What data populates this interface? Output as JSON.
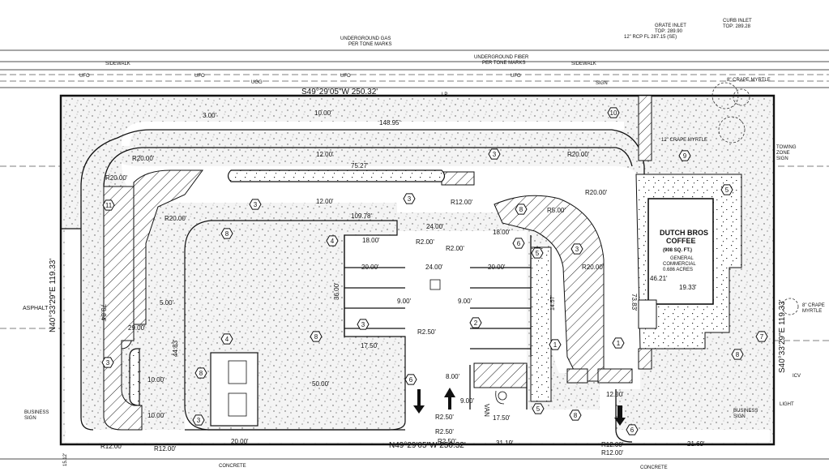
{
  "notes": {
    "grate_inlet": "GRATE INLET",
    "grate_top": "TOP: 289.90",
    "grate_rcp": "12\" RCP FL 287.15 (SE)",
    "curb_inlet": "CURB INLET",
    "curb_top": "TOP: 289.28",
    "gas1": "UNDERGROUND GAS",
    "gas2": "PER TONE MARKS",
    "fiber1": "UNDERGROUND FIBER",
    "fiber2": "PER TONE MARKS",
    "sidewalk_left": "SIDEWALK",
    "sidewalk_right": "SIDEWALK",
    "ufo": "UFO",
    "ugg": "UGG",
    "lp": "LP",
    "sign": "SIGN",
    "crape_top": "8\" CRAPE MYRTLE",
    "crape_mid": "12\" CRAPE MYRTLE",
    "crape_right1": "8\" CRAPE",
    "crape_right2": "MYRTLE",
    "towing1": "TOWING",
    "towing2": "ZONE",
    "towing3": "SIGN",
    "asphalt": "ASPHALT",
    "bizsign_left1": "BUSINESS",
    "bizsign_left2": "SIGN",
    "bizsign_right1": "BUSINESS",
    "bizsign_right2": "SIGN",
    "light": "LIGHT",
    "icv": "ICV",
    "concrete_left": "CONCRETE",
    "concrete_right": "CONCRETE",
    "van": "VAN",
    "building1": "DUTCH BROS",
    "building2": "COFFEE",
    "building3": "(908 SQ. FT.)",
    "use1": "GENERAL",
    "use2": "COMMERCIAL",
    "use3": "0.686 ACRES",
    "dim_1512": "15.12'"
  },
  "bearings": {
    "top": "S49°29'05\"W 250.32'",
    "bottom": "N49°29'05\"W 250.32'",
    "left": "N40°33'29\"E 119.33'",
    "right": "S40°33'29\"E 119.33'"
  },
  "dims": {
    "d300": "3.00'",
    "d1000top": "10.00'",
    "d14895": "148.95'",
    "d1200a": "12.00'",
    "d7527": "75.27'",
    "d1200b": "12.00'",
    "d10978": "109.78'",
    "d2400top": "24.00'",
    "d1800a": "18.00'",
    "d200a": "R2.00'",
    "d200b": "R2.00'",
    "d1800b": "18.00'",
    "d2000a": "20.00'",
    "d2400mid": "24.00'",
    "d2000b": "20.00'",
    "d3600": "36.00'",
    "d900a": "9.00'",
    "d900b": "9.00'",
    "d1750a": "17.50'",
    "d7384": "73.84'",
    "d500": "5.00'",
    "d2900": "29.00'",
    "d4483": "44.83'",
    "d1000a": "10.00'",
    "d1000b": "10.00'",
    "d5000": "50.00'",
    "d2000c": "20.00'",
    "d800": "8.00'",
    "d900c": "9.00'",
    "d1750b": "17.50'",
    "d3119": "31.19'",
    "d1200c": "12.00'",
    "d2169": "21.69'",
    "d4621": "46.21'",
    "d1933": "19.33'",
    "d7383": "73.83'",
    "d1457": "14.57'"
  },
  "radii": {
    "r20a": "R20.00'",
    "r20b": "R20.00'",
    "r20c": "R20.00'",
    "r20d": "R20.00'",
    "r20e": "R20.00'",
    "r20f": "R20.00'",
    "r12a": "R12.00'",
    "r12b": "R12.00'",
    "r12c": "R12.00'",
    "r12d": "R12.00'",
    "r12e": "R12.00'",
    "r5": "R5.00'",
    "r25a": "R2.50'",
    "r25b": "R2.50'",
    "r25c": "R2.50'",
    "r25d": "R2.50'"
  },
  "keynotes": [
    "1",
    "2",
    "3",
    "4",
    "5",
    "6",
    "7",
    "8",
    "9",
    "10",
    "11"
  ]
}
